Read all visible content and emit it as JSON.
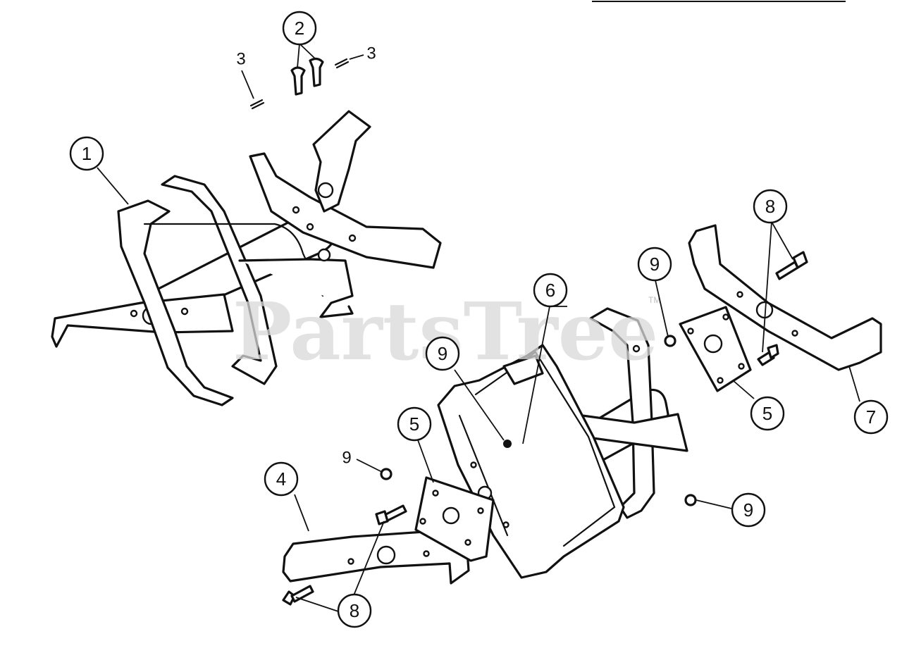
{
  "watermark": {
    "text": "PartsTree",
    "trademark": "TM"
  },
  "callouts": [
    {
      "id": "c1",
      "label": "1"
    },
    {
      "id": "c2",
      "label": "2"
    },
    {
      "id": "c3a",
      "label": "3"
    },
    {
      "id": "c3b",
      "label": "3"
    },
    {
      "id": "c4",
      "label": "4"
    },
    {
      "id": "c5a",
      "label": "5"
    },
    {
      "id": "c5b",
      "label": "5"
    },
    {
      "id": "c6",
      "label": "6"
    },
    {
      "id": "c7",
      "label": "7"
    },
    {
      "id": "c8a",
      "label": "8"
    },
    {
      "id": "c8b",
      "label": "8"
    },
    {
      "id": "c9a",
      "label": "9"
    },
    {
      "id": "c9b",
      "label": "9"
    },
    {
      "id": "c9c",
      "label": "9"
    },
    {
      "id": "c9d",
      "label": "9"
    }
  ]
}
